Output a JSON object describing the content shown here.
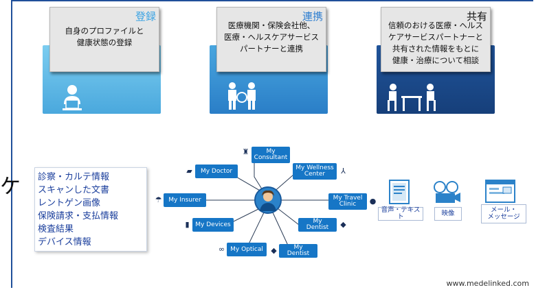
{
  "side_char": "ケ",
  "cards": [
    {
      "title": "登録",
      "text": "自身のプロファイルと\n健康状態の登録",
      "title_color": "#3aa3e3"
    },
    {
      "title": "連携",
      "text": "医療機関・保険会社他、\n医療・ヘルスケアサービス\nパートナーと連携",
      "title_color": "#2f7fd0"
    },
    {
      "title": "共有",
      "text": "信頼のおける医療・ヘルス\nケアサービスパートナーと\n共有された情報をもとに\n健康・治療について相談",
      "title_color": "#111111"
    }
  ],
  "records": [
    "診察・カルテ情報",
    "スキャンした文書",
    "レントゲン画像",
    "保険請求・支払情報",
    "検査結果",
    "デバイス情報"
  ],
  "hub_nodes": [
    {
      "label": "My Consultant"
    },
    {
      "label": "My Doctor"
    },
    {
      "label": "My Wellness Center"
    },
    {
      "label": "My Insurer"
    },
    {
      "label": "My Travel Clinic"
    },
    {
      "label": "My Devices"
    },
    {
      "label": "My Dentist"
    },
    {
      "label": "My Optical"
    },
    {
      "label": "My Dentist"
    }
  ],
  "media": [
    {
      "label": "音声・テキスト"
    },
    {
      "label": "映像"
    },
    {
      "label": "メール・\nメッセージ"
    }
  ],
  "footer_url": "www.medelinked.com",
  "colors": {
    "frame": "#1f4f9a",
    "node": "#1676c6",
    "text_blue": "#1a3e9c"
  }
}
